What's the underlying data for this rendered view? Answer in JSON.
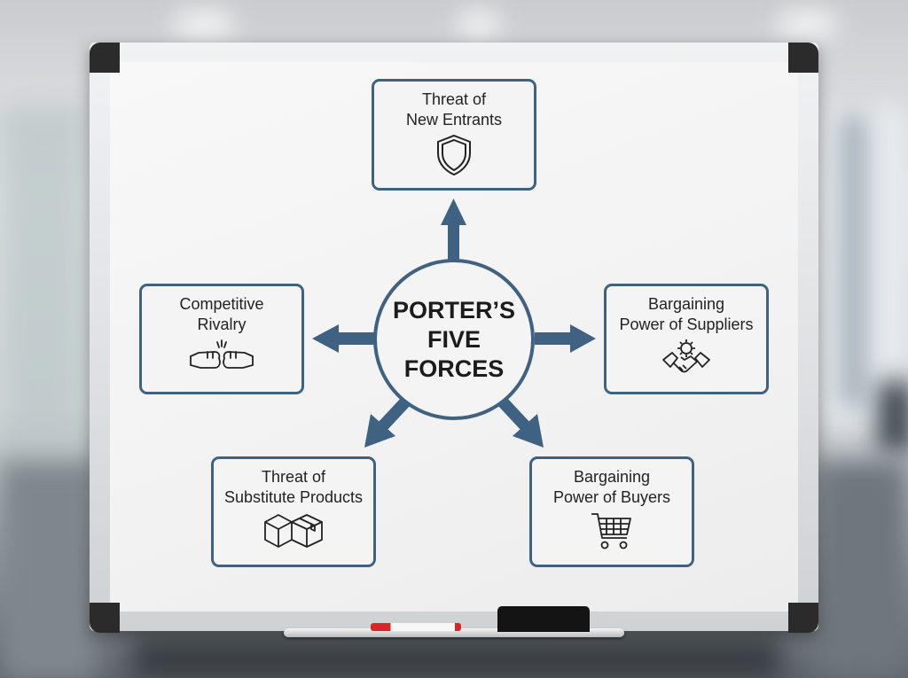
{
  "diagram": {
    "title": "PORTER’S FIVE FORCES",
    "title_lines": [
      "PORTER’S",
      "FIVE",
      "FORCES"
    ],
    "accent_color": "#3f6282",
    "forces": [
      {
        "id": "new-entrants",
        "lines": [
          "Threat of",
          "New Entrants"
        ],
        "icon": "shield-icon",
        "position": "top"
      },
      {
        "id": "suppliers",
        "lines": [
          "Bargaining",
          "Power of Suppliers"
        ],
        "icon": "handshake-gear-icon",
        "position": "right"
      },
      {
        "id": "buyers",
        "lines": [
          "Bargaining",
          "Power of Buyers"
        ],
        "icon": "shopping-cart-icon",
        "position": "bottom-right"
      },
      {
        "id": "substitutes",
        "lines": [
          "Threat of",
          "Substitute Products"
        ],
        "icon": "boxes-icon",
        "position": "bottom-left"
      },
      {
        "id": "rivalry",
        "lines": [
          "Competitive",
          "Rivalry"
        ],
        "icon": "fist-bump-icon",
        "position": "left"
      }
    ]
  },
  "scene": {
    "object": "whiteboard",
    "accessories": [
      "red marker",
      "eraser"
    ]
  }
}
